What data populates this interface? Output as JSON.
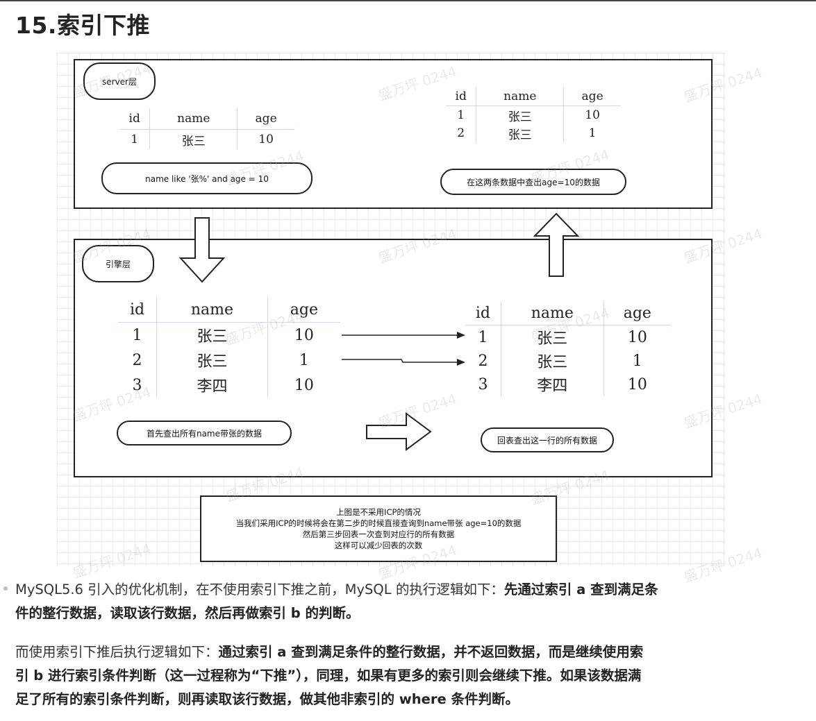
{
  "title": "15.索引下推",
  "watermark_text": "盛万坪 0244",
  "figure": {
    "server_label": "server层",
    "engine_label": "引擎层",
    "columns": [
      "id",
      "name",
      "age"
    ],
    "server_table_left": [
      [
        "1",
        "张三",
        "10"
      ]
    ],
    "server_table_right": [
      [
        "1",
        "张三",
        "10"
      ],
      [
        "2",
        "张三",
        "1"
      ]
    ],
    "engine_table_left": [
      [
        "1",
        "张三",
        "10"
      ],
      [
        "2",
        "张三",
        "1"
      ],
      [
        "3",
        "李四",
        "10"
      ]
    ],
    "engine_table_right": [
      [
        "1",
        "张三",
        "10"
      ],
      [
        "2",
        "张三",
        "1"
      ],
      [
        "3",
        "李四",
        "10"
      ]
    ],
    "server_note_left": "name like '张%' and age = 10",
    "server_note_right": "在这两条数据中查出age=10的数据",
    "engine_note_left": "首先查出所有name带张的数据",
    "engine_note_right": "回表查出这一行的所有数据",
    "caption_lines": [
      "上图是不采用ICP的情况",
      "当我们采用ICP的时候将会在第二步的时候直接查询到name带张 age=10的数据",
      "然后第三步回表一次查到对应行的所有数据",
      "这样可以减少回表的次数"
    ]
  },
  "paragraph1": {
    "normal": "MySQL5.6 引入的优化机制，在不使用索引下推之前，MySQL 的执行逻辑如下：",
    "bold_line1": "先通过索引 a 查到满足条",
    "bold_line2": "件的整行数据，读取该行数据，然后再做索引 b 的判断。"
  },
  "paragraph2": {
    "normal": "而使用索引下推后执行逻辑如下：",
    "bold_line1": "通过索引 a 查到满足条件的整行数据，并不返回数据，而是继续使用索",
    "bold_line2": "引 b 进行索引条件判断（这一过程称为“下推”），同理，如果有更多的索引则会继续下推。如果该数据满",
    "bold_line3": "足了所有的索引条件判断，则再读取该行数据，做其他非索引的 where 条件判断。"
  }
}
